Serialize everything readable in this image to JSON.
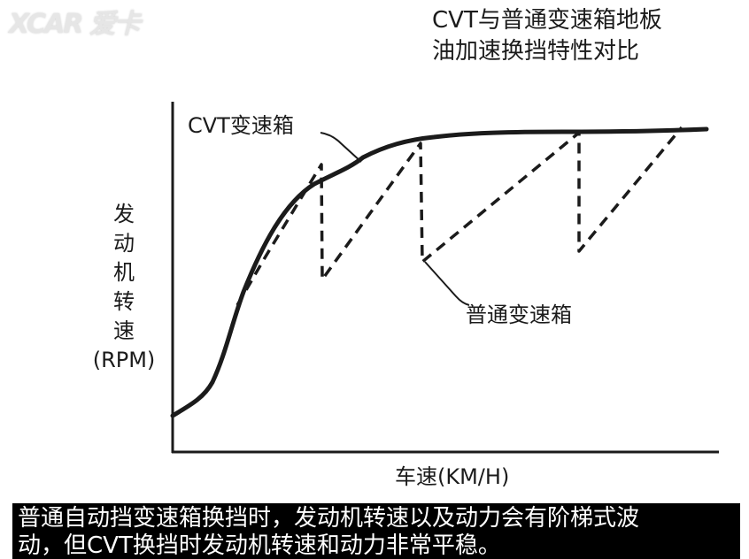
{
  "watermark": "XCAR 爱卡",
  "title": {
    "line1": "CVT与普通变速箱地板",
    "line2": "油加速换挡特性对比"
  },
  "y_axis": {
    "chars": [
      "发",
      "动",
      "机",
      "转",
      "速"
    ],
    "unit": "(RPM)"
  },
  "x_axis": {
    "label": "车速(KM/H)"
  },
  "curves": {
    "cvt_label": "CVT变速箱",
    "normal_label": "普通变速箱"
  },
  "caption": {
    "line1": "普通自动挡变速箱换挡时，发动机转速以及动力会有阶梯式波",
    "line2": "动，但CVT换挡时发动机转速和动力非常平稳。"
  },
  "colors": {
    "ink": "#1b1b1b",
    "caption_bg": "#000000",
    "caption_text": "#ffffff"
  }
}
